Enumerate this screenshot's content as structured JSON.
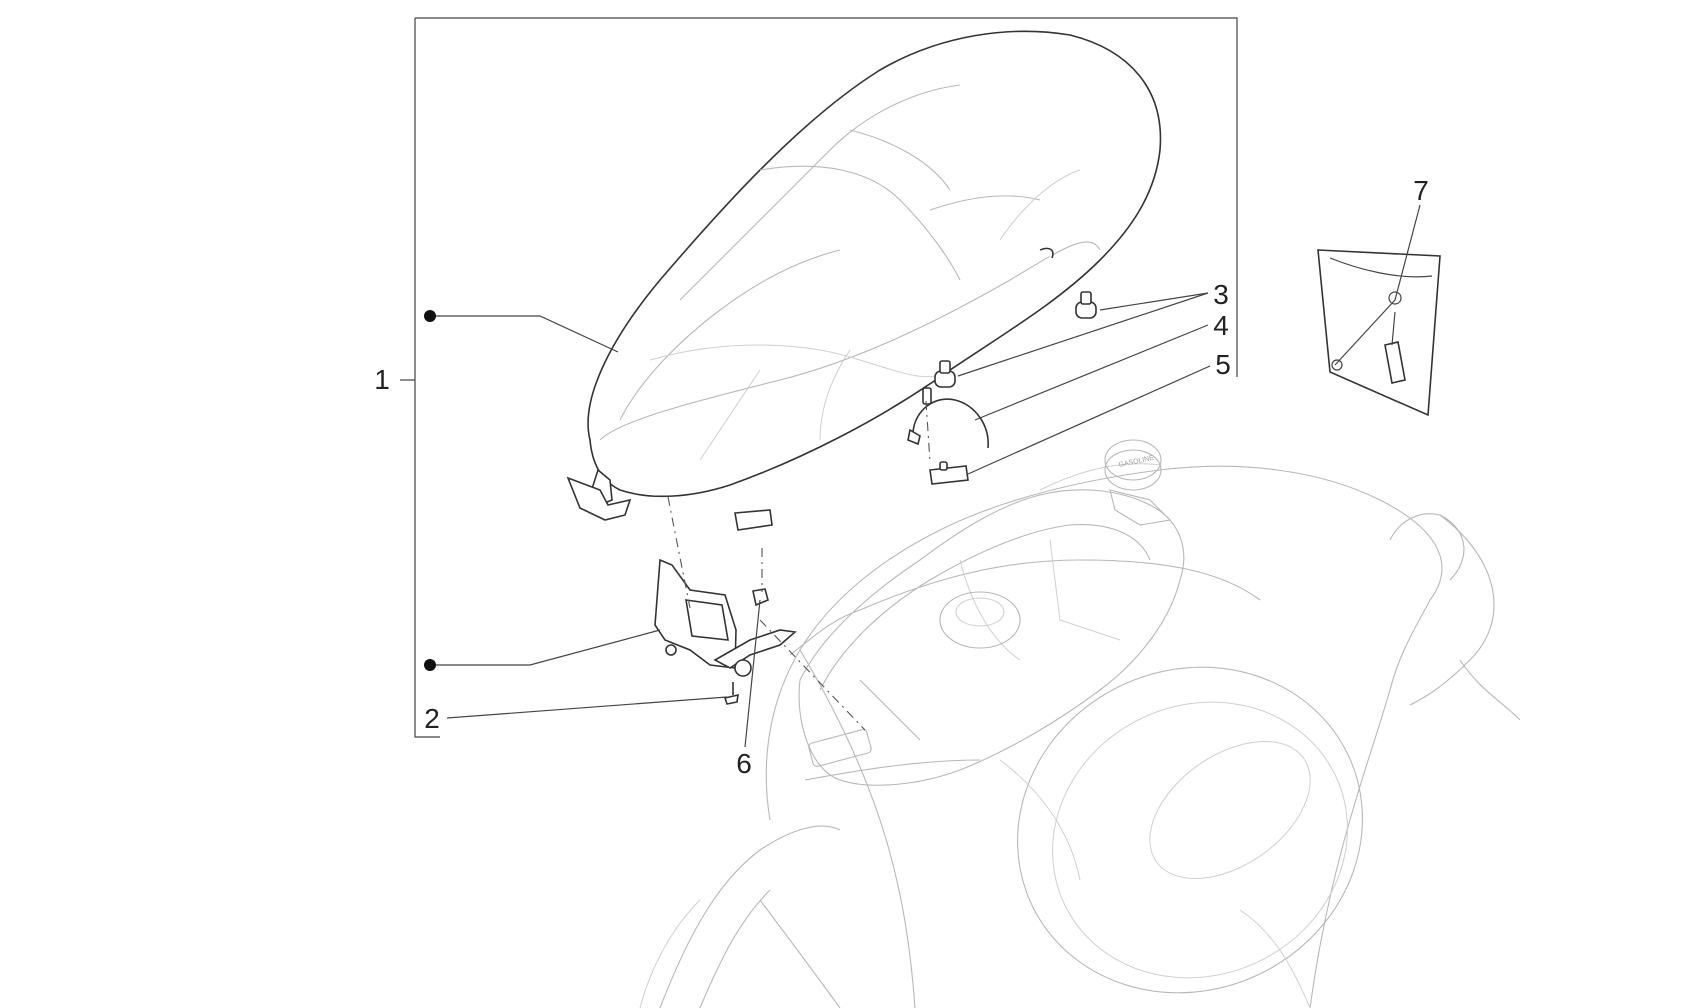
{
  "callouts": [
    {
      "id": "1",
      "label": "1"
    },
    {
      "id": "2",
      "label": "2"
    },
    {
      "id": "3",
      "label": "3"
    },
    {
      "id": "4",
      "label": "4"
    },
    {
      "id": "5",
      "label": "5"
    },
    {
      "id": "6",
      "label": "6"
    },
    {
      "id": "7",
      "label": "7"
    }
  ],
  "cap_text": "GASOLINE",
  "colors": {
    "line": "#333333",
    "faint": "#b8b8b8",
    "background": "#ffffff"
  }
}
